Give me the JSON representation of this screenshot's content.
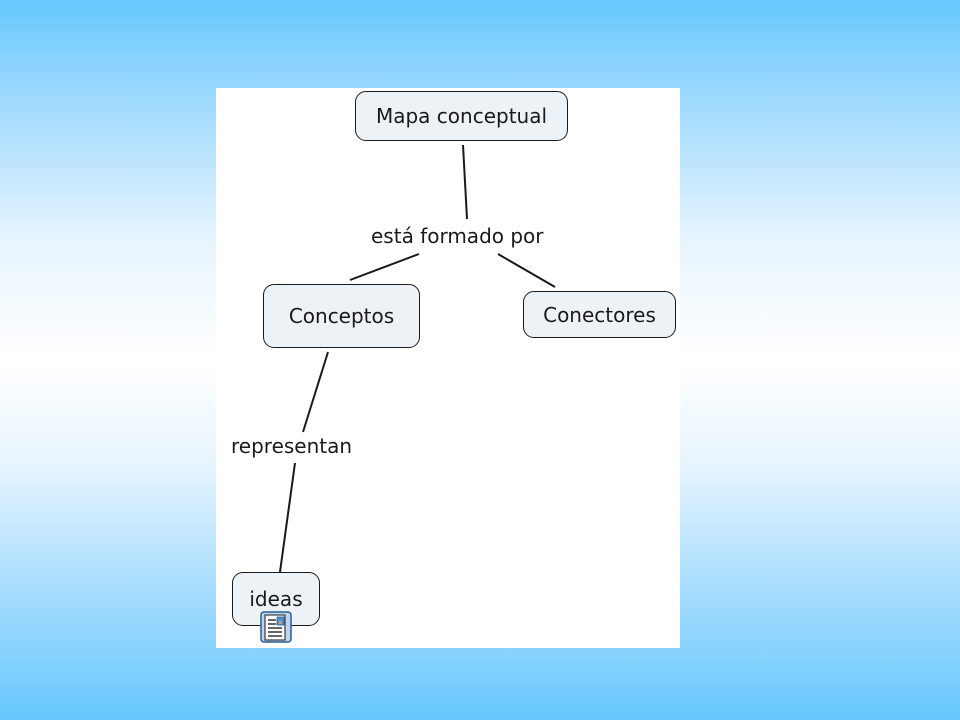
{
  "concept_map": {
    "nodes": {
      "mapa_conceptual": "Mapa conceptual",
      "conceptos": "Conceptos",
      "conectores": "Conectores",
      "ideas": "ideas"
    },
    "links": {
      "esta_formado_por": "está formado por",
      "representan": "representan"
    },
    "attachments": {
      "ideas_resource_icon": "document-image-icon"
    }
  },
  "colors": {
    "background_edge": "#66c8fd",
    "background_center": "#ffffff",
    "node_fill": "#edf2f6",
    "node_border": "#1a1a1a"
  }
}
